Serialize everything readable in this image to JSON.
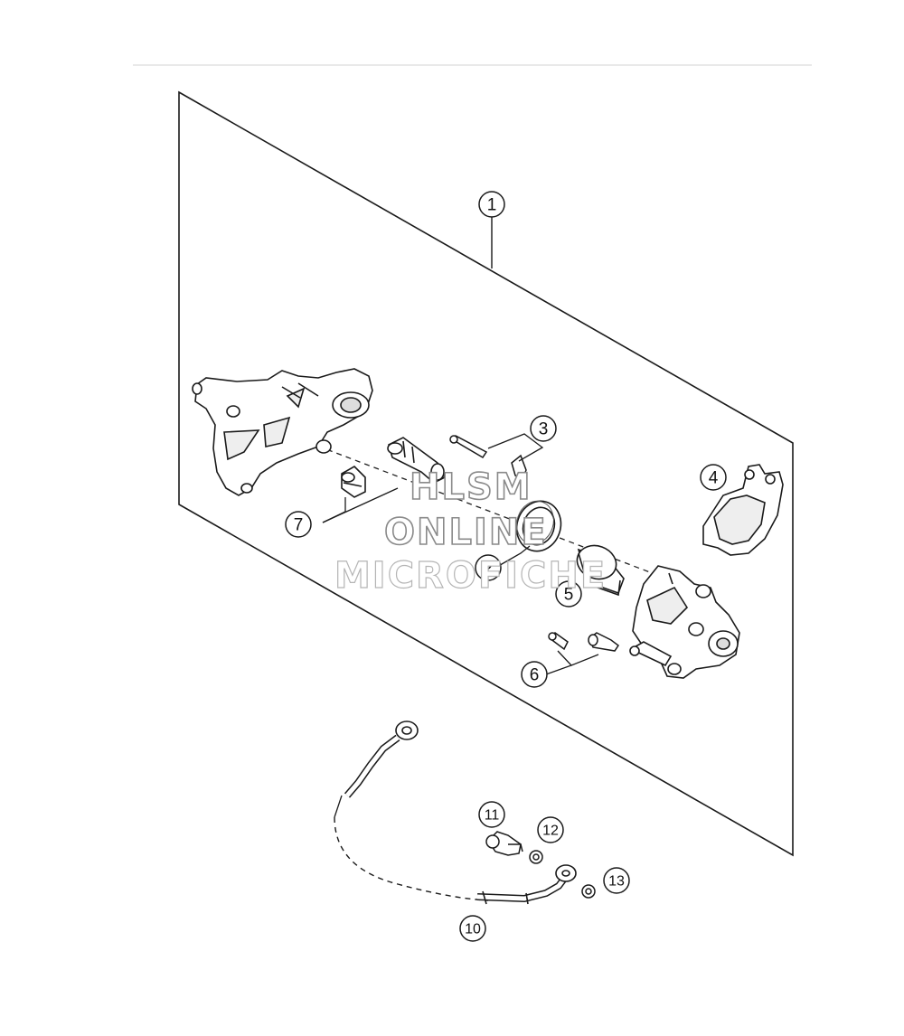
{
  "callouts": [
    {
      "id": "1",
      "label": "1"
    },
    {
      "id": "2",
      "label": "2"
    },
    {
      "id": "3",
      "label": "3"
    },
    {
      "id": "4",
      "label": "4"
    },
    {
      "id": "5",
      "label": "5"
    },
    {
      "id": "6",
      "label": "6"
    },
    {
      "id": "7",
      "label": "7"
    },
    {
      "id": "10",
      "label": "10"
    },
    {
      "id": "11",
      "label": "11"
    },
    {
      "id": "12",
      "label": "12"
    },
    {
      "id": "13",
      "label": "13"
    }
  ],
  "watermark": {
    "line1": "HLSM",
    "line2": "ONLINE",
    "line3": "MICROFICHE"
  },
  "colors": {
    "line": "#1a1a1a",
    "shade": "#9a9a9a",
    "watermark_outline": "#8a8a8a"
  }
}
